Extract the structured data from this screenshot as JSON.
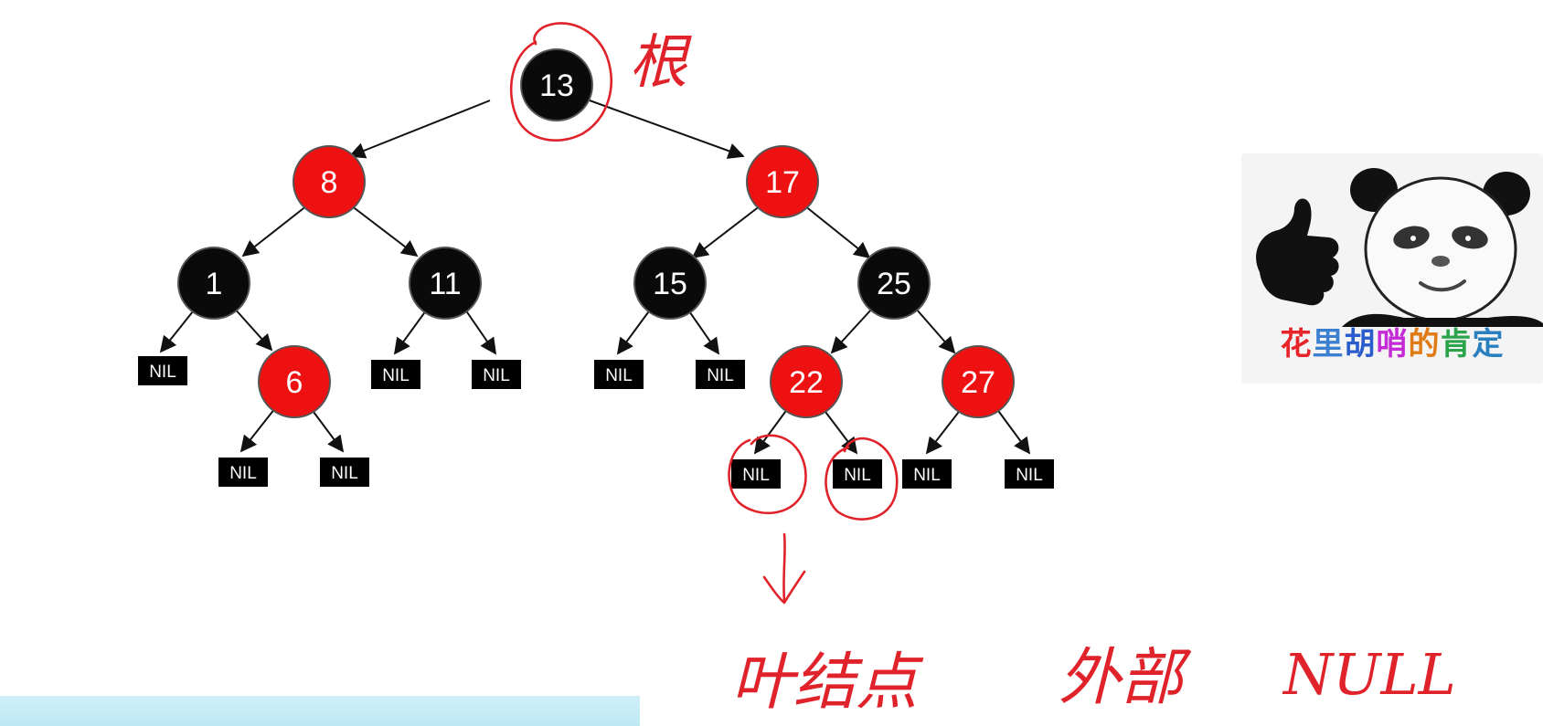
{
  "tree": {
    "nodes": [
      {
        "id": "n13",
        "label": "13",
        "color": "black"
      },
      {
        "id": "n8",
        "label": "8",
        "color": "red"
      },
      {
        "id": "n17",
        "label": "17",
        "color": "red"
      },
      {
        "id": "n1",
        "label": "1",
        "color": "black"
      },
      {
        "id": "n11",
        "label": "11",
        "color": "black"
      },
      {
        "id": "n15",
        "label": "15",
        "color": "black"
      },
      {
        "id": "n25",
        "label": "25",
        "color": "black"
      },
      {
        "id": "n6",
        "label": "6",
        "color": "red"
      },
      {
        "id": "n22",
        "label": "22",
        "color": "red"
      },
      {
        "id": "n27",
        "label": "27",
        "color": "red"
      }
    ],
    "nil_label": "NIL",
    "colors": {
      "black": "#0a0a0a",
      "red": "#ee1111",
      "outline": "#555555"
    }
  },
  "annotations": {
    "root": "根",
    "leaf": "叶结点",
    "external": "外部",
    "null": "NULL",
    "color": "#e0232b"
  },
  "sticker": {
    "caption": [
      {
        "char": "花",
        "color": "#e8242b"
      },
      {
        "char": "里",
        "color": "#3a7fd0"
      },
      {
        "char": "胡",
        "color": "#2a5dcc"
      },
      {
        "char": "哨",
        "color": "#c42bd6"
      },
      {
        "char": "的",
        "color": "#e07a12"
      },
      {
        "char": "肯",
        "color": "#2aa34a"
      },
      {
        "char": "定",
        "color": "#2a7fbf"
      }
    ]
  }
}
